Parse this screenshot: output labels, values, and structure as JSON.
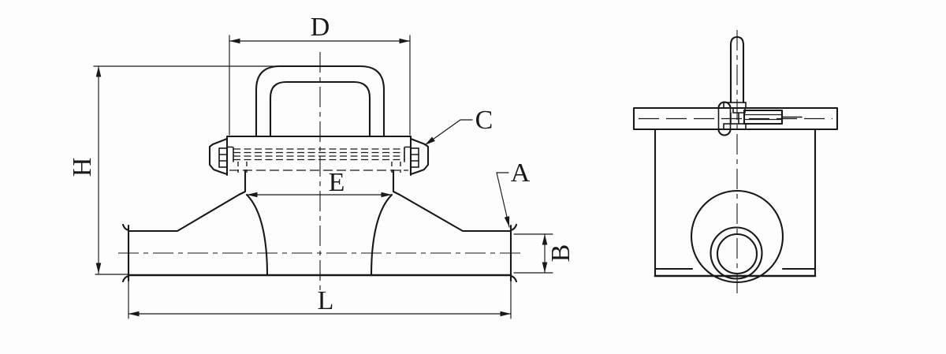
{
  "drawing": {
    "title": "tee-fitting-dimension-drawing",
    "ink_color": "#191919",
    "background": "#fdfdfd",
    "labels": {
      "D": "D",
      "H": "H",
      "E": "E",
      "C": "C",
      "A": "A",
      "B": "B",
      "L": "L"
    }
  }
}
